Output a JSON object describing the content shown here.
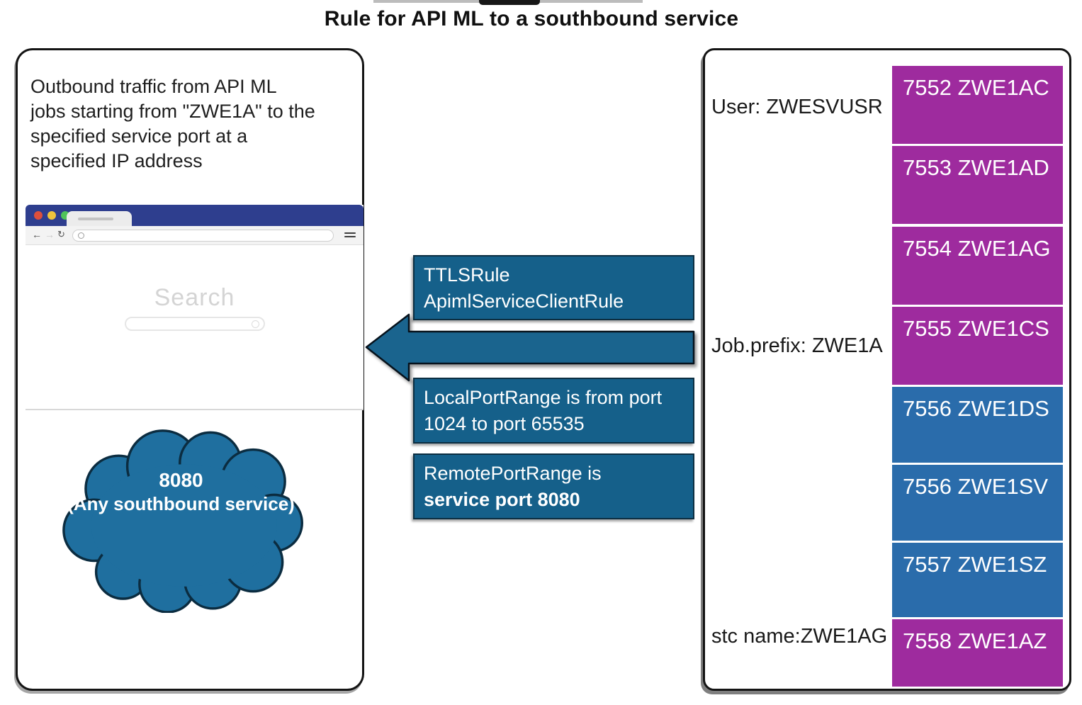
{
  "title": "Rule for API ML to a southbound service",
  "left_panel": {
    "description_lines": [
      "Outbound traffic from API ML",
      "jobs starting from \"ZWE1A\" to the",
      "specified service port at a",
      "specified IP address"
    ],
    "browser": {
      "search_label": "Search"
    },
    "cloud": {
      "line1": "8080",
      "line2": "(Any southbound service)"
    }
  },
  "middle": {
    "rule_box": {
      "line1": "TTLSRule",
      "line2": "ApimlServiceClientRule"
    },
    "local_port_box": {
      "line1": "LocalPortRange is from port",
      "line2": "1024 to port 65535"
    },
    "remote_port_box": {
      "line1": "RemotePortRange is",
      "line2": "service port 8080"
    }
  },
  "right_panel": {
    "labels": {
      "user": "User: ZWESVUSR",
      "job_prefix": "Job.prefix: ZWE1A",
      "stc_name": "stc name:ZWE1AG"
    },
    "ports": [
      {
        "label": "7552 ZWE1AC",
        "color": "purple"
      },
      {
        "label": "7553 ZWE1AD",
        "color": "purple"
      },
      {
        "label": "7554 ZWE1AG",
        "color": "purple"
      },
      {
        "label": "7555 ZWE1CS",
        "color": "purple"
      },
      {
        "label": "7556 ZWE1DS",
        "color": "blue"
      },
      {
        "label": "7556 ZWE1SV",
        "color": "blue"
      },
      {
        "label": "7557 ZWE1SZ",
        "color": "blue"
      },
      {
        "label": "7558 ZWE1AZ",
        "color": "purple"
      }
    ]
  },
  "colors": {
    "purple_box": "#9e2b9e",
    "blue_box": "#2a6cab",
    "teal_box": "#15608a",
    "arrow": "#1a648e",
    "cloud": "#1f6f9f",
    "browser_titlebar": "#2e3e8e"
  }
}
